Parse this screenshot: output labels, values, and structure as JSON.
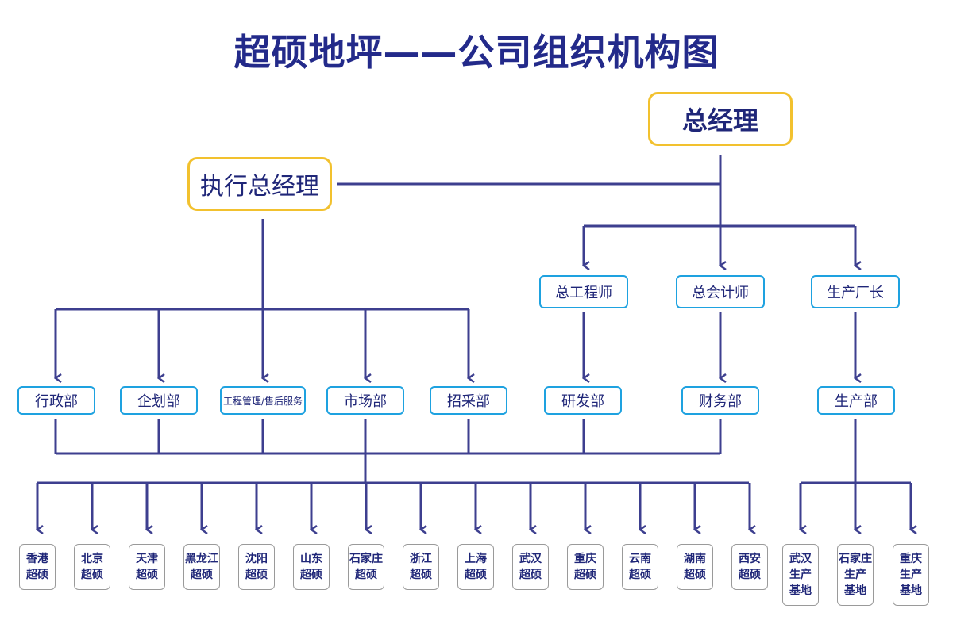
{
  "title": "超硕地坪——公司组织机构图",
  "top": {
    "general_manager": "总经理",
    "executive_gm": "执行总经理"
  },
  "officers": [
    "总工程师",
    "总会计师",
    "生产厂长"
  ],
  "departments": [
    "行政部",
    "企划部",
    "工程管理/售后服务",
    "市场部",
    "招采部",
    "研发部",
    "财务部",
    "生产部"
  ],
  "branches": [
    "香港\n超硕",
    "北京\n超硕",
    "天津\n超硕",
    "黑龙江\n超硕",
    "沈阳\n超硕",
    "山东\n超硕",
    "石家庄\n超硕",
    "浙江\n超硕",
    "上海\n超硕",
    "武汉\n超硕",
    "重庆\n超硕",
    "云南\n超硕",
    "湖南\n超硕",
    "西安\n超硕"
  ],
  "bases": [
    "武汉\n生产\n基地",
    "石家庄\n生产\n基地",
    "重庆\n生产\n基地"
  ],
  "colors": {
    "line": "#3d3f8f",
    "gold": "#f2c12e",
    "blue": "#1ea2e0",
    "grey": "#9a9a9a",
    "title": "#232a8a"
  }
}
